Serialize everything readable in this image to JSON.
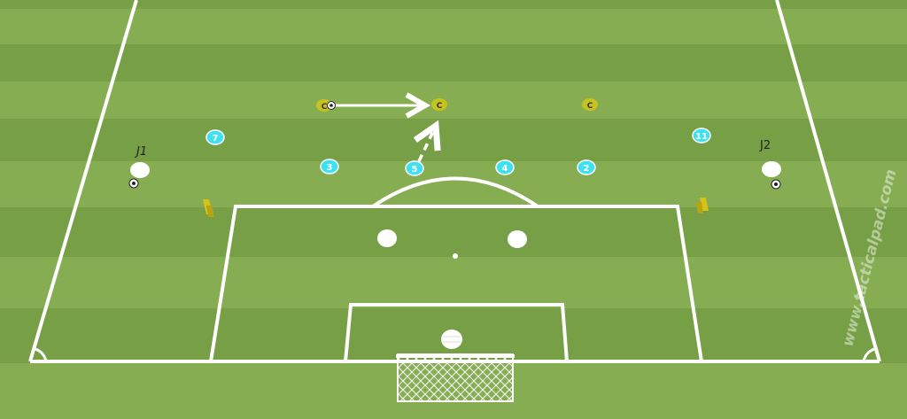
{
  "colors": {
    "grass_light": "#86ad52",
    "grass_dark": "#77a046",
    "lines": "#ffffff",
    "cyan_player": "#3fe0ef",
    "yellow_player": "#c8c21e",
    "cone": "#d6c21a",
    "text_dark": "#222222"
  },
  "labels": {
    "j1": "J1",
    "j2": "J2",
    "watermark": "www.tacticalpad.com"
  },
  "cyan_players": [
    "7",
    "3",
    "5",
    "4",
    "2",
    "11"
  ],
  "yellow_players": [
    "C",
    "C",
    "C"
  ],
  "icons": {
    "ball": "soccer-ball-icon",
    "cone": "training-cone-icon",
    "goal": "goal-net-icon"
  }
}
